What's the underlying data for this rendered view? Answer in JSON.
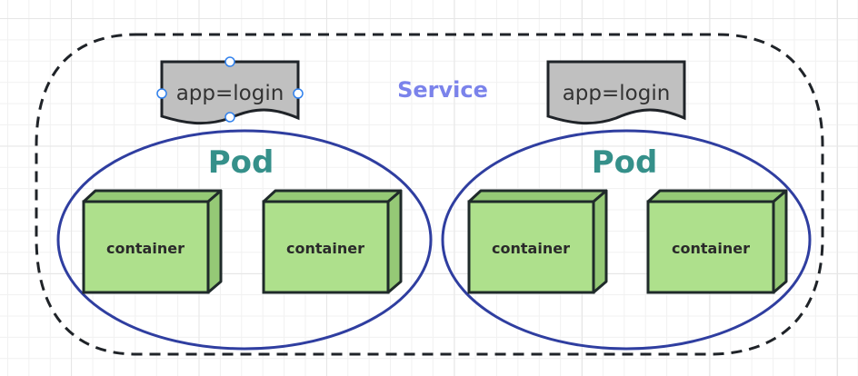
{
  "diagram": {
    "service": {
      "label": "Service",
      "color": "#7b83eb",
      "border_color": "#1f2328"
    },
    "selectors": [
      {
        "label": "app=login",
        "selected": true,
        "fill": "#c0c0c0"
      },
      {
        "label": "app=login",
        "selected": false,
        "fill": "#c0c0c0"
      }
    ],
    "pods": [
      {
        "label": "Pod",
        "containers": [
          {
            "label": "container"
          },
          {
            "label": "container"
          }
        ]
      },
      {
        "label": "Pod",
        "containers": [
          {
            "label": "container"
          },
          {
            "label": "container"
          }
        ]
      }
    ],
    "colors": {
      "pod_label": "#35908a",
      "pod_border": "#2f3ea0",
      "container_front": "#aee08c",
      "container_side": "#95c976",
      "container_border": "#1f2a2a",
      "selection_handle": "#2f80ed"
    }
  }
}
